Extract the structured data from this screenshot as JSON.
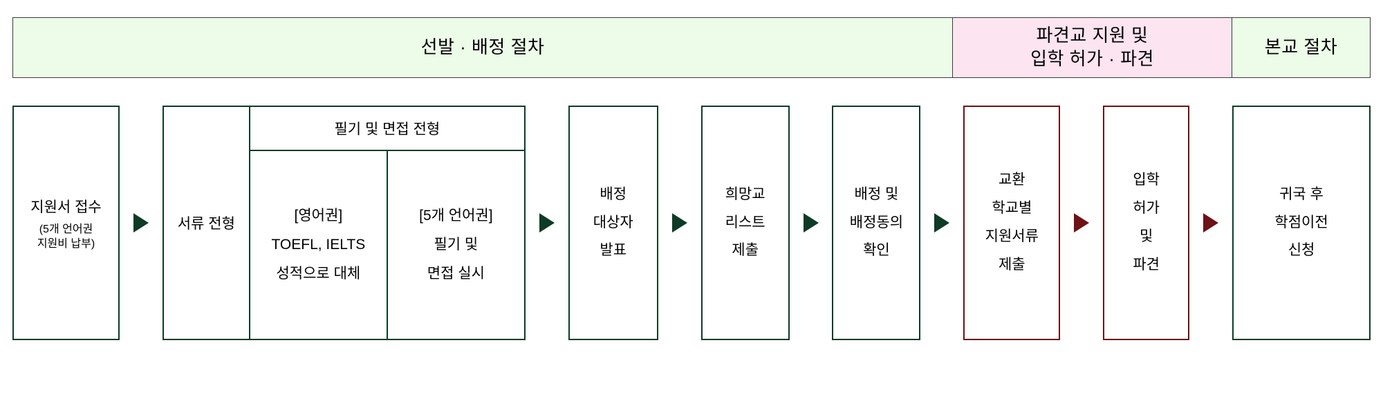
{
  "phases": [
    {
      "id": "selection-placement",
      "label": "선발 · 배정 절차",
      "tone": "green"
    },
    {
      "id": "dispatch-support",
      "label": "파견교 지원 및\n입학 허가 · 파견",
      "tone": "pink"
    },
    {
      "id": "home-school",
      "label": "본교 절차",
      "tone": "green"
    }
  ],
  "steps": {
    "application": {
      "title": "지원서 접수",
      "note_line1": "(5개 언어권",
      "note_line2": "지원비 납부)"
    },
    "document_screening": {
      "label": "서류 전형"
    },
    "exam_screening": {
      "header": "필기 및 면접 전형",
      "english_track": {
        "tag": "[영어권]",
        "line1": "TOEFL, IELTS",
        "line2": "성적으로 대체"
      },
      "five_language_track": {
        "tag": "[5개 언어권]",
        "line1": "필기 및",
        "line2": "면접 실시"
      }
    },
    "announcement": {
      "line1": "배정",
      "line2": "대상자",
      "line3": "발표"
    },
    "wish_list": {
      "line1": "희망교",
      "line2": "리스트",
      "line3": "제출"
    },
    "assignment_confirm": {
      "line1": "배정 및",
      "line2": "배정동의",
      "line3": "확인"
    },
    "exchange_documents": {
      "line1": "교환",
      "line2": "학교별",
      "line3": "지원서류",
      "line4": "제출"
    },
    "admission_dispatch": {
      "line1": "입학",
      "line2": "허가",
      "line3": "및",
      "line4": "파견"
    },
    "credit_transfer": {
      "line1": "귀국 후",
      "line2": "학점이전",
      "line3": "신청"
    }
  },
  "arrows": [
    {
      "id": "arrow-1",
      "tone": "green"
    },
    {
      "id": "arrow-2",
      "tone": "green"
    },
    {
      "id": "arrow-3",
      "tone": "green"
    },
    {
      "id": "arrow-4",
      "tone": "green"
    },
    {
      "id": "arrow-5",
      "tone": "green"
    },
    {
      "id": "arrow-6",
      "tone": "red"
    },
    {
      "id": "arrow-7",
      "tone": "red"
    }
  ],
  "colors": {
    "green_border": "#0d3b26",
    "red_border": "#6d1216",
    "green_fill": "#edfbe9",
    "pink_fill": "#fce4f0",
    "header_border": "#3a3a3a",
    "text": "#000000"
  }
}
